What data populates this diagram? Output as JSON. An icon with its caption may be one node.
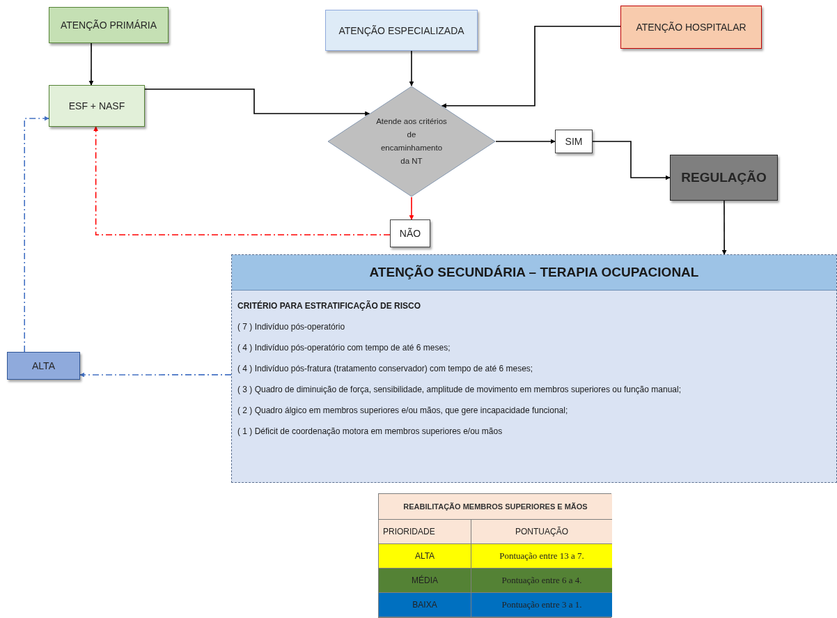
{
  "diagram": {
    "nodes": [
      {
        "text": [
          "ATENÇÃO PRIMÁRIA"
        ]
      },
      {
        "text": [
          "ATENÇÃO ESPECIALIZADA"
        ]
      },
      {
        "text": [
          "ATENÇÃO HOSPITALAR"
        ]
      },
      {
        "text": [
          "ESF + NASF"
        ]
      },
      {
        "text": [
          "Atende aos critérios de encaminhamento da NT"
        ]
      },
      {
        "text": [
          "SIM"
        ]
      },
      {
        "text": [
          "REGULAÇÃO"
        ]
      },
      {
        "text": [
          "NÃO"
        ]
      },
      {
        "text": [
          "ATENÇÃO SECUNDÁRIA – TERAPIA OCUPACIONAL",
          "CRITÉRIO PARA ESTRATIFICAÇÃO DE RISCO",
          "( 7 ) Indivíduo pós-operatório",
          "( 4 ) Indivíduo pós-operatório com tempo de até 6 meses;",
          "( 4 ) Indivíduo pós-fratura (tratamento conservador) com tempo de até 6 meses;",
          "( 3 ) Quadro de diminuição de força, sensibilidade, amplitude de movimento em membros superiores ou função manual;",
          "( 2 ) Quadro álgico em membros superiores e/ou mãos, que gere incapacidade funcional;",
          "( 1 ) Déficit de coordenação motora em membros superiores e/ou mãos"
        ]
      },
      {
        "text": [
          "ALTA"
        ]
      }
    ],
    "edges": [
      {
        "from": 0,
        "to": 3,
        "arrow": "to"
      },
      {
        "from": 1,
        "to": 4,
        "arrow": "to"
      },
      {
        "from": 2,
        "to": 4,
        "arrow": "to"
      },
      {
        "from": 3,
        "to": 4,
        "arrow": "to"
      },
      {
        "from": 4,
        "to": 5,
        "arrow": "to"
      },
      {
        "from": 5,
        "to": 6,
        "arrow": "to"
      },
      {
        "from": 6,
        "to": 8,
        "arrow": "to"
      },
      {
        "from": 4,
        "to": 7,
        "arrow": "to",
        "color": "#ff0000"
      },
      {
        "from": 7,
        "to": 3,
        "arrow": "to",
        "style": "dashed",
        "color": "#ff0000"
      },
      {
        "from": 8,
        "to": 9,
        "arrow": "to",
        "style": "dashed",
        "color": "#4472c4"
      },
      {
        "from": 9,
        "to": 3,
        "arrow": "to",
        "style": "dashed",
        "color": "#4472c4"
      }
    ],
    "labels": [
      "REABILITAÇÃO MEMBROS SUPERIORES E MÃOS",
      "PRIORIDADE",
      "PONTUAÇÃO",
      "ALTA",
      "Pontuação entre 13 a 7.",
      "MÉDIA",
      "Pontuação entre 6 a 4.",
      "BAIXA",
      "Pontuação entre 3 a 1."
    ]
  }
}
